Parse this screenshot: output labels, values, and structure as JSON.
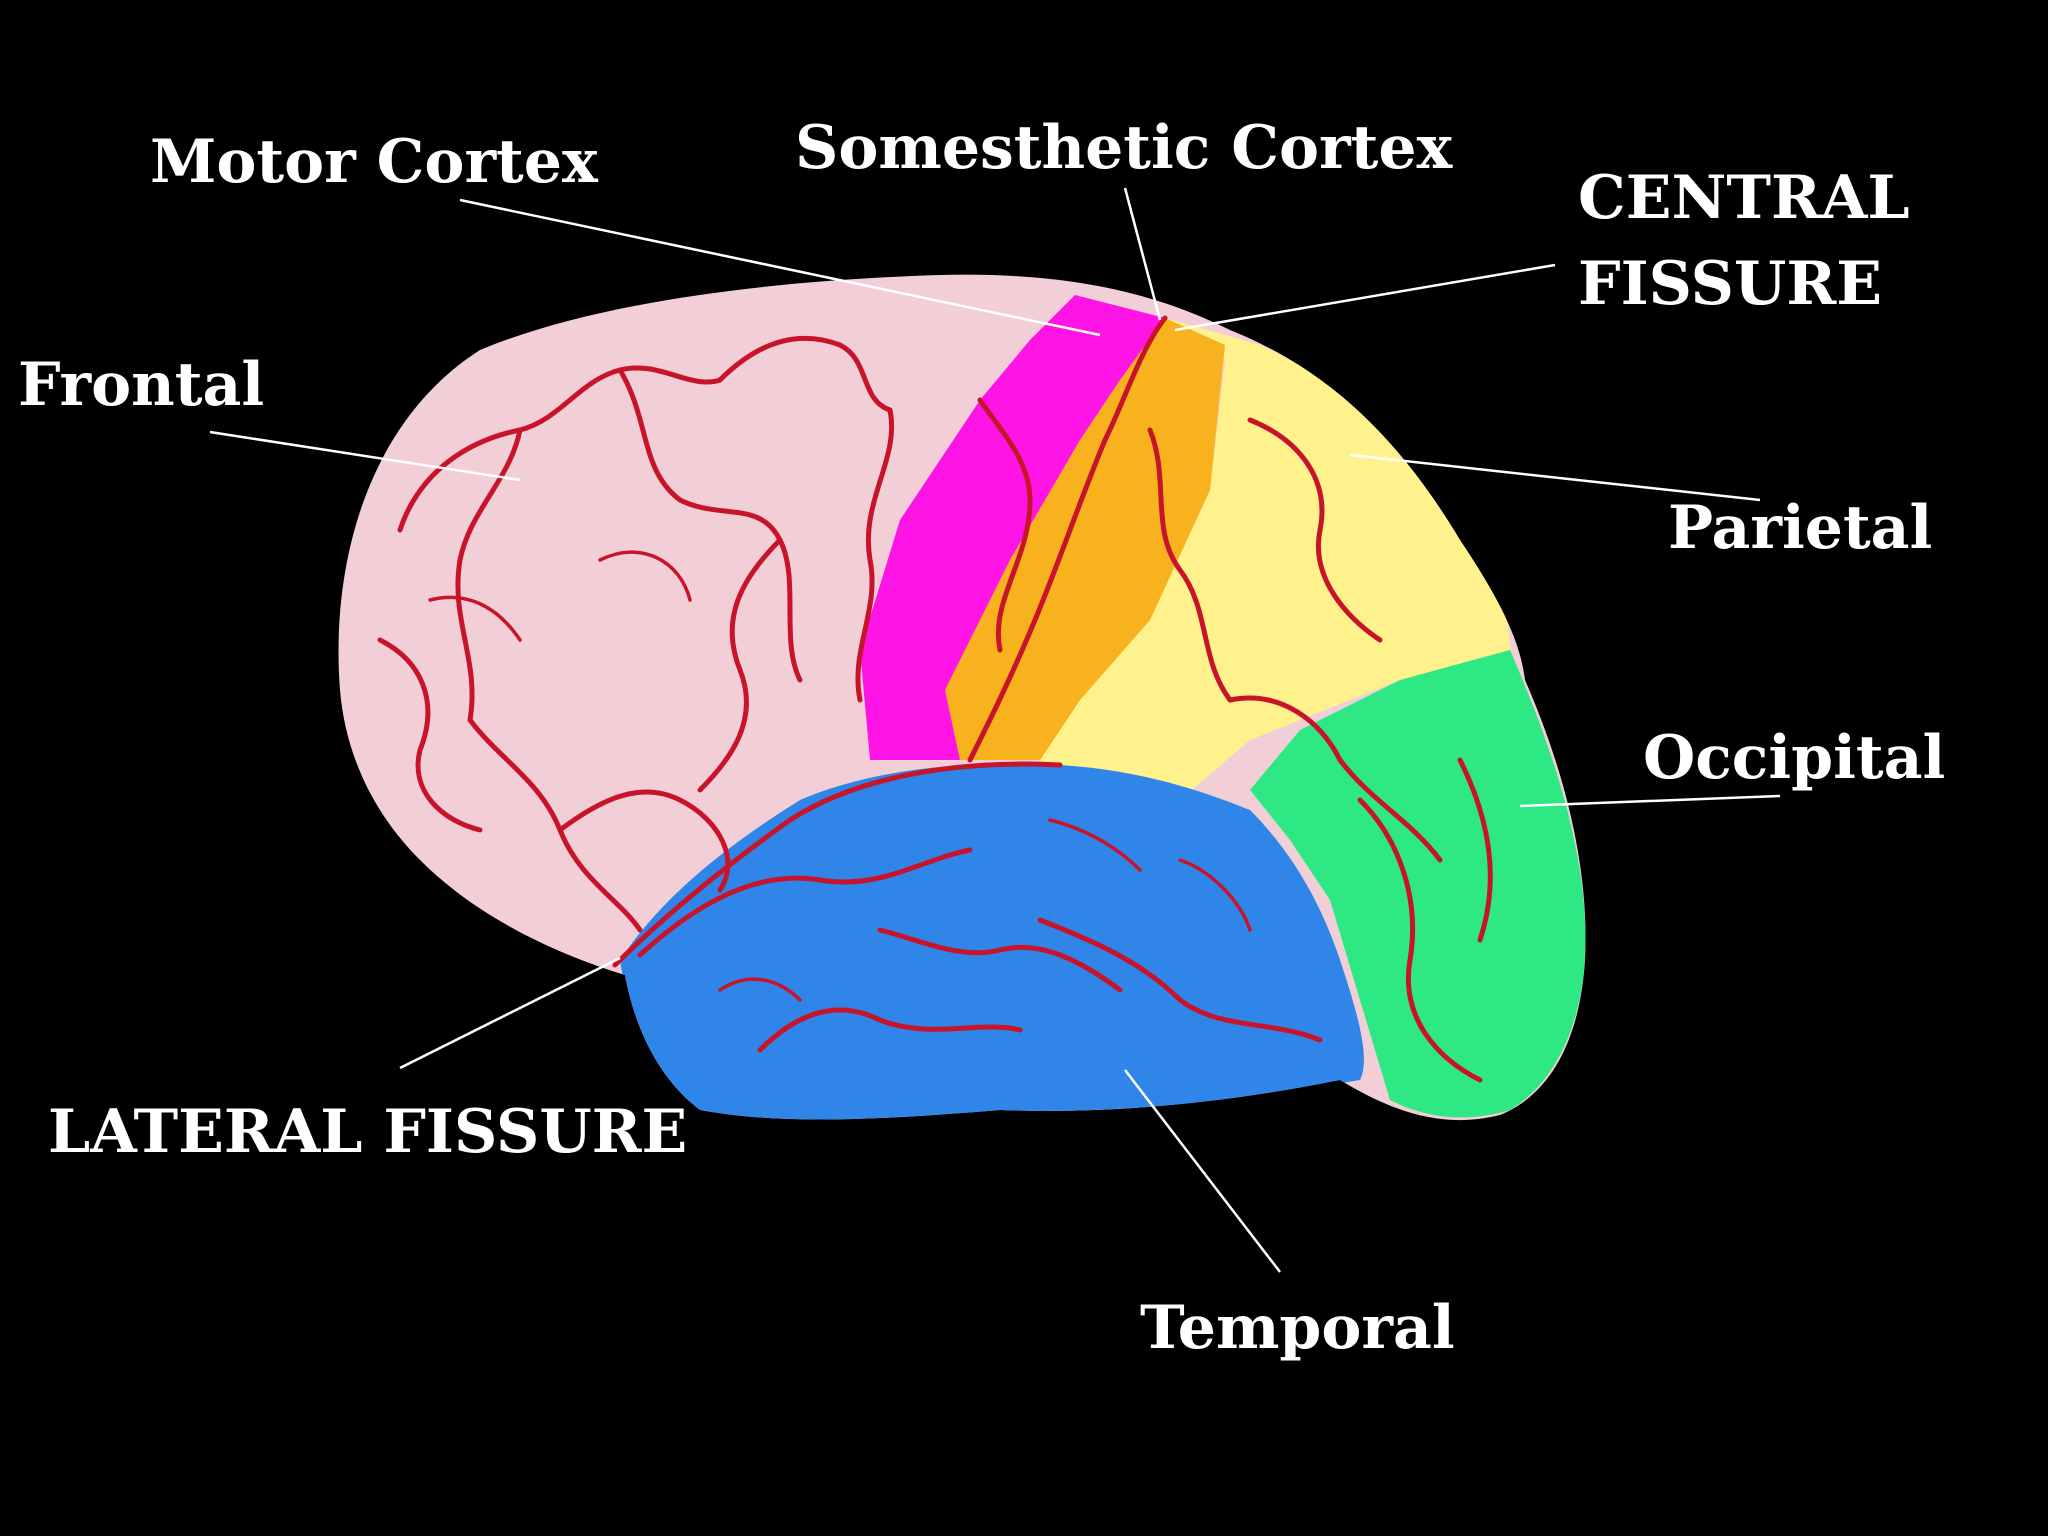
{
  "labels": {
    "motor_cortex": "Motor Cortex",
    "somesthetic_cortex": "Somesthetic Cortex",
    "central_fissure_line1": "CENTRAL",
    "central_fissure_line2": "FISSURE",
    "frontal": "Frontal",
    "parietal": "Parietal",
    "occipital": "Occipital",
    "lateral_fissure": "LATERAL FISSURE",
    "temporal": "Temporal"
  },
  "colors": {
    "background": "#000000",
    "frontal": "#f2cfd6",
    "motor_cortex": "#ff14e6",
    "somesthetic_cortex": "#f7b21e",
    "parietal": "#fff28c",
    "occipital": "#2ee884",
    "temporal": "#2f86e8",
    "vessels": "#c8142a",
    "text": "#ffffff"
  }
}
